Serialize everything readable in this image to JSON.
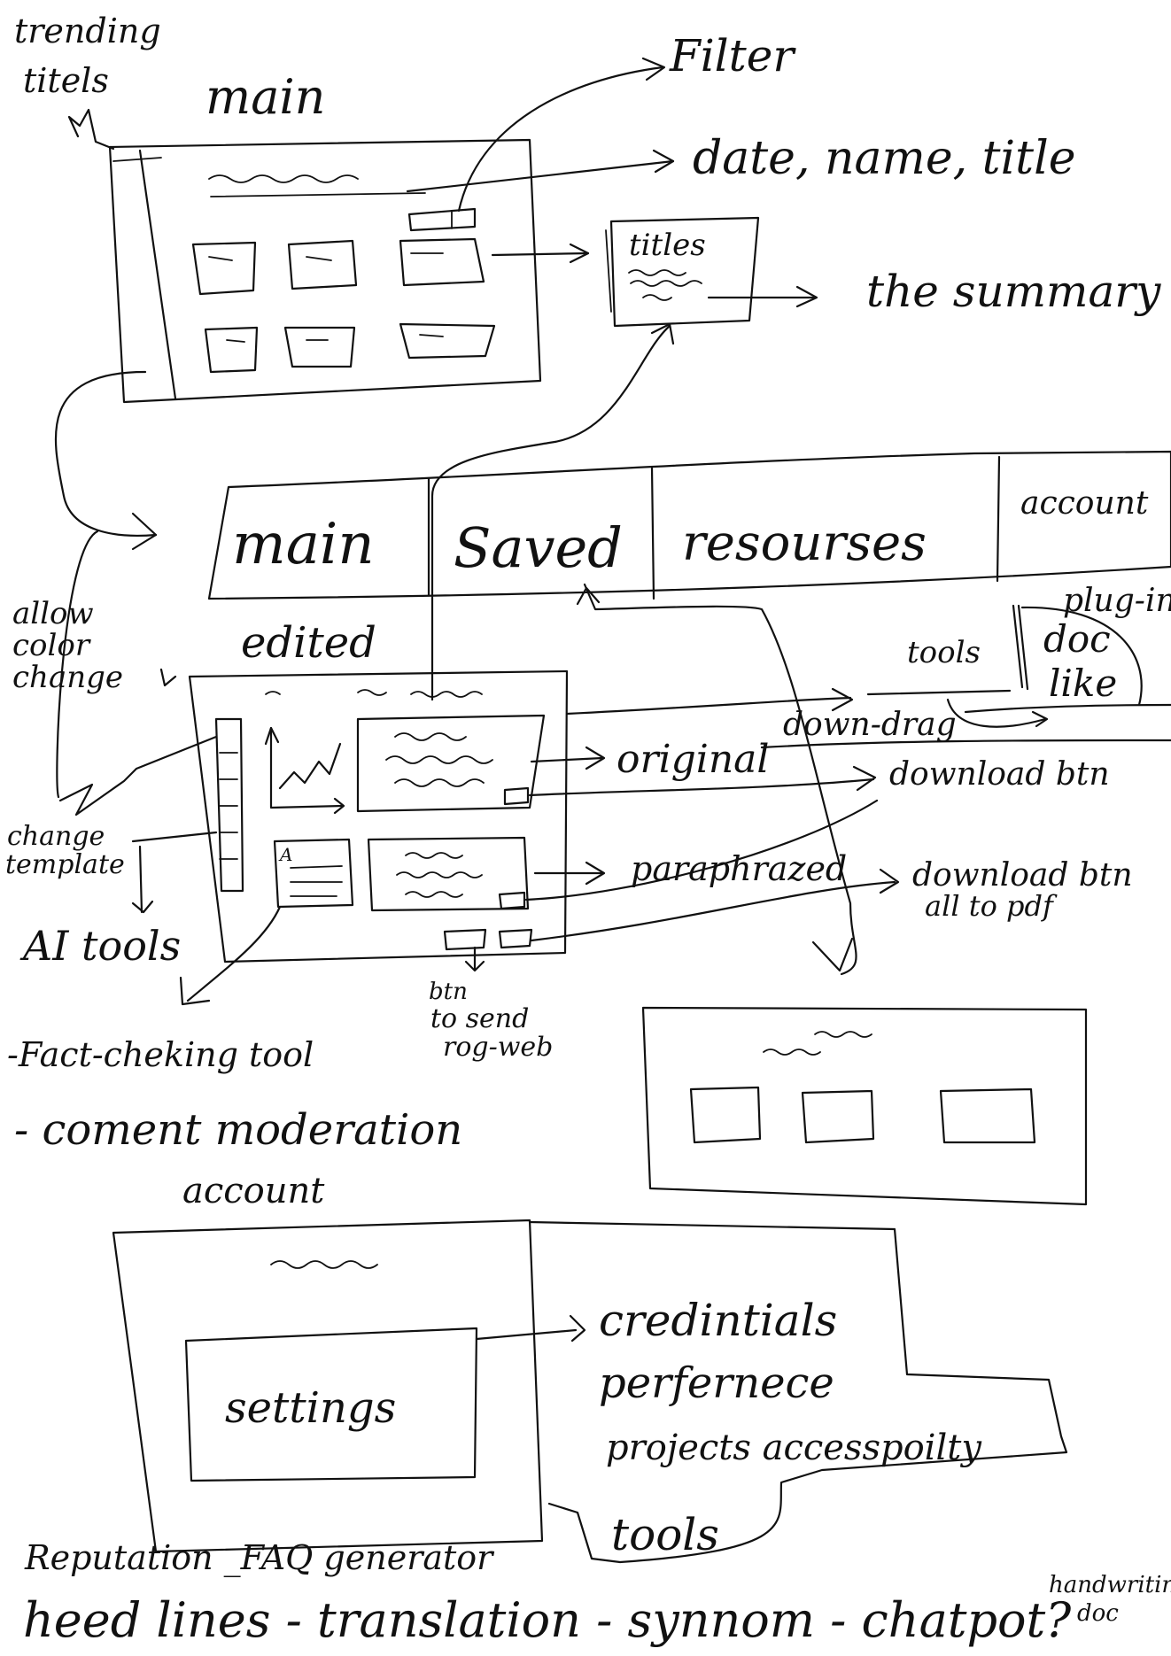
{
  "labels": {
    "trending_titles": [
      "trending",
      "titels"
    ],
    "main_top": "main",
    "filter": "Filter",
    "date_name_title": "date, name, title",
    "card_titles": "titles",
    "the_summary": "the summary",
    "nav": {
      "main": "main",
      "saved": "Saved",
      "resources": "resourses",
      "account": "account"
    },
    "edited": "edited",
    "allow_color_change": [
      "allow",
      "color",
      "change"
    ],
    "plug_in": "plug-in",
    "tools": "tools",
    "doc_like": [
      "doc",
      "like"
    ],
    "down_drag": "down-drag",
    "original": "original",
    "download_btn": "download btn",
    "paraphrazed": "paraphrazed",
    "download_btn_all_to_pdf": [
      "download btn",
      "all to pdf"
    ],
    "change_template": [
      "change",
      "template"
    ],
    "ai_tools": "AI tools",
    "btn_to_send": [
      "btn",
      "to send",
      "rog-web"
    ],
    "fact_checking_tool": "-Fact-cheking tool",
    "comment_moderation": "- coment moderation",
    "account_title": "account",
    "settings": "settings",
    "credentials": "credintials",
    "preference": "perfernece",
    "projects_accessibility": "projects accesspoilty",
    "tools_item": "tools",
    "bottom_line1": "Reputation _FAQ generator",
    "bottom_line2": "heed lines - translation - synnom - chatpot?",
    "handwriting_doc": [
      "handwriting",
      "doc"
    ]
  }
}
